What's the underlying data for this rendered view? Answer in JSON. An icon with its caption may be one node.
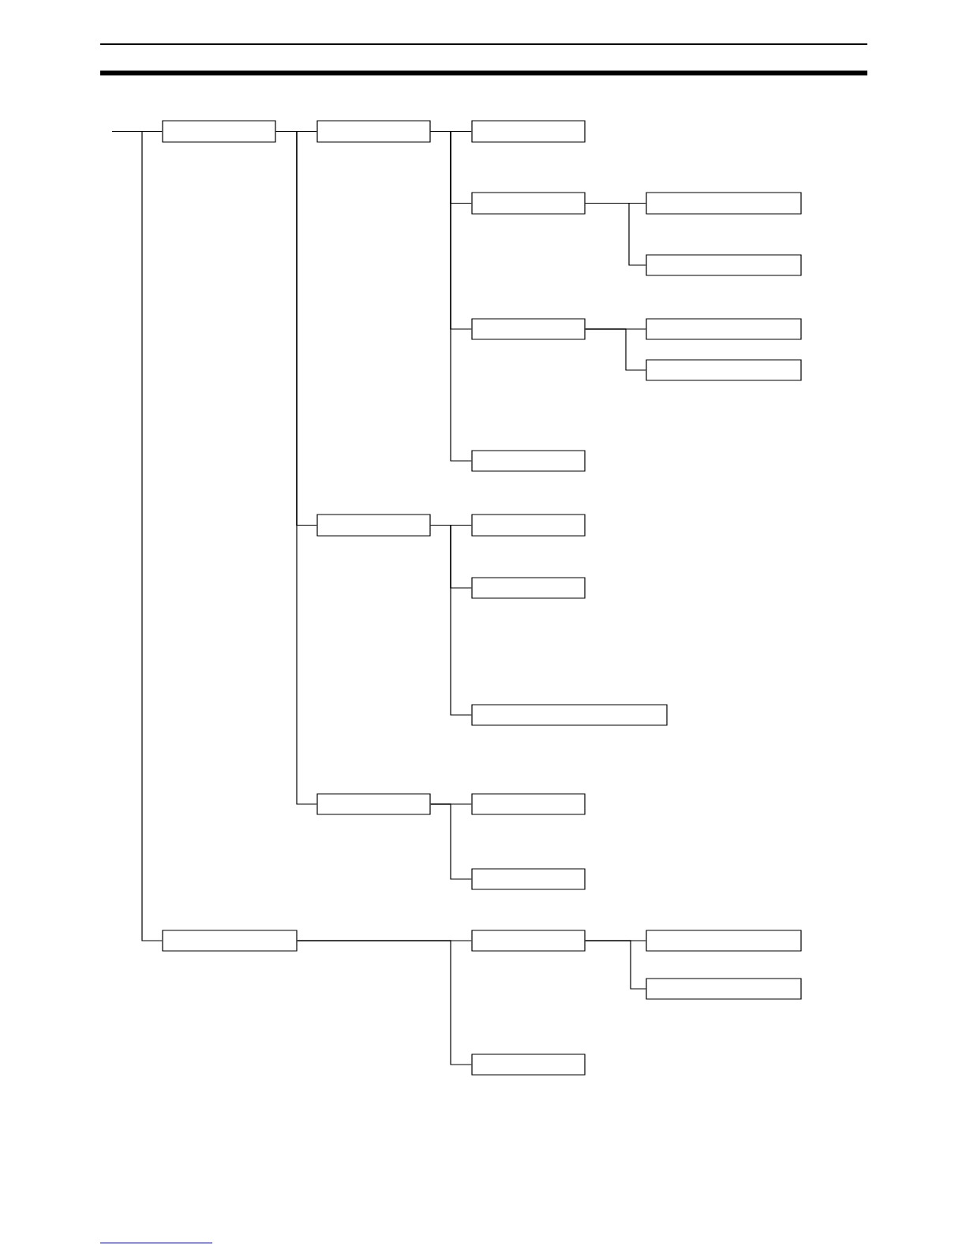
{
  "diagram": {
    "nodes": [
      {
        "text": [],
        "shape": "box"
      },
      {
        "text": [],
        "shape": "box"
      },
      {
        "text": [],
        "shape": "box"
      },
      {
        "text": [],
        "shape": "box"
      },
      {
        "text": [],
        "shape": "box"
      },
      {
        "text": [],
        "shape": "box"
      },
      {
        "text": [],
        "shape": "box"
      },
      {
        "text": [],
        "shape": "box"
      },
      {
        "text": [],
        "shape": "box"
      },
      {
        "text": [],
        "shape": "box"
      },
      {
        "text": [],
        "shape": "box"
      },
      {
        "text": [],
        "shape": "box"
      },
      {
        "text": [],
        "shape": "box"
      },
      {
        "text": [],
        "shape": "box"
      },
      {
        "text": [],
        "shape": "box"
      },
      {
        "text": [],
        "shape": "box"
      },
      {
        "text": [],
        "shape": "box"
      },
      {
        "text": [],
        "shape": "box"
      },
      {
        "text": [],
        "shape": "box"
      },
      {
        "text": [],
        "shape": "box"
      },
      {
        "text": [],
        "shape": "box"
      },
      {
        "text": [],
        "shape": "box"
      }
    ],
    "edges": [
      {
        "from": null,
        "to": 0,
        "arrow": "none"
      },
      {
        "from": null,
        "to": 17,
        "arrow": "none"
      },
      {
        "from": 0,
        "to": 1,
        "arrow": "none"
      },
      {
        "from": 0,
        "to": 10,
        "arrow": "none"
      },
      {
        "from": 0,
        "to": 14,
        "arrow": "none"
      },
      {
        "from": 1,
        "to": 2,
        "arrow": "none"
      },
      {
        "from": 1,
        "to": 3,
        "arrow": "none"
      },
      {
        "from": 1,
        "to": 6,
        "arrow": "none"
      },
      {
        "from": 1,
        "to": 9,
        "arrow": "none"
      },
      {
        "from": 3,
        "to": 4,
        "arrow": "none"
      },
      {
        "from": 3,
        "to": 5,
        "arrow": "none"
      },
      {
        "from": 6,
        "to": 7,
        "arrow": "none"
      },
      {
        "from": 6,
        "to": 8,
        "arrow": "none"
      },
      {
        "from": 10,
        "to": 11,
        "arrow": "none"
      },
      {
        "from": 10,
        "to": 12,
        "arrow": "none"
      },
      {
        "from": 10,
        "to": 13,
        "arrow": "none"
      },
      {
        "from": 14,
        "to": 15,
        "arrow": "none"
      },
      {
        "from": 14,
        "to": 16,
        "arrow": "none"
      },
      {
        "from": 17,
        "to": 18,
        "arrow": "none"
      },
      {
        "from": 17,
        "to": 21,
        "arrow": "none"
      },
      {
        "from": 18,
        "to": 19,
        "arrow": "none"
      },
      {
        "from": 18,
        "to": 20,
        "arrow": "none"
      }
    ]
  }
}
